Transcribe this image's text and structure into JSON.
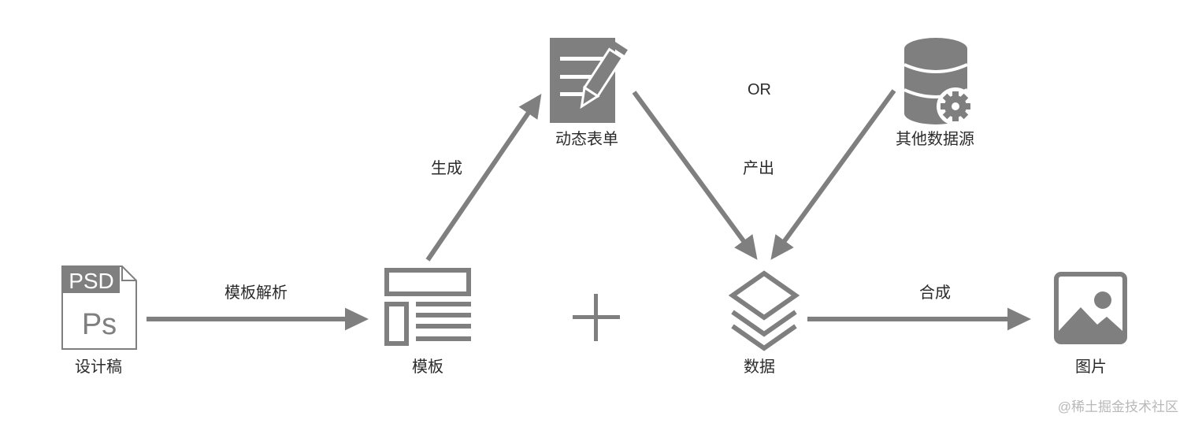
{
  "nodes": {
    "design": "设计稿",
    "template": "模板",
    "form": "动态表单",
    "other_sources": "其他数据源",
    "data": "数据",
    "image": "图片"
  },
  "edges": {
    "parse": "模板解析",
    "generate": "生成",
    "produce": "产出",
    "or": "OR",
    "compose": "合成"
  },
  "icons": {
    "psd_band": "PSD",
    "psd_body": "Ps"
  },
  "watermark": "@稀土掘金技术社区",
  "colors": {
    "icon": "#7f7f7f",
    "text": "#2b2b2b"
  }
}
